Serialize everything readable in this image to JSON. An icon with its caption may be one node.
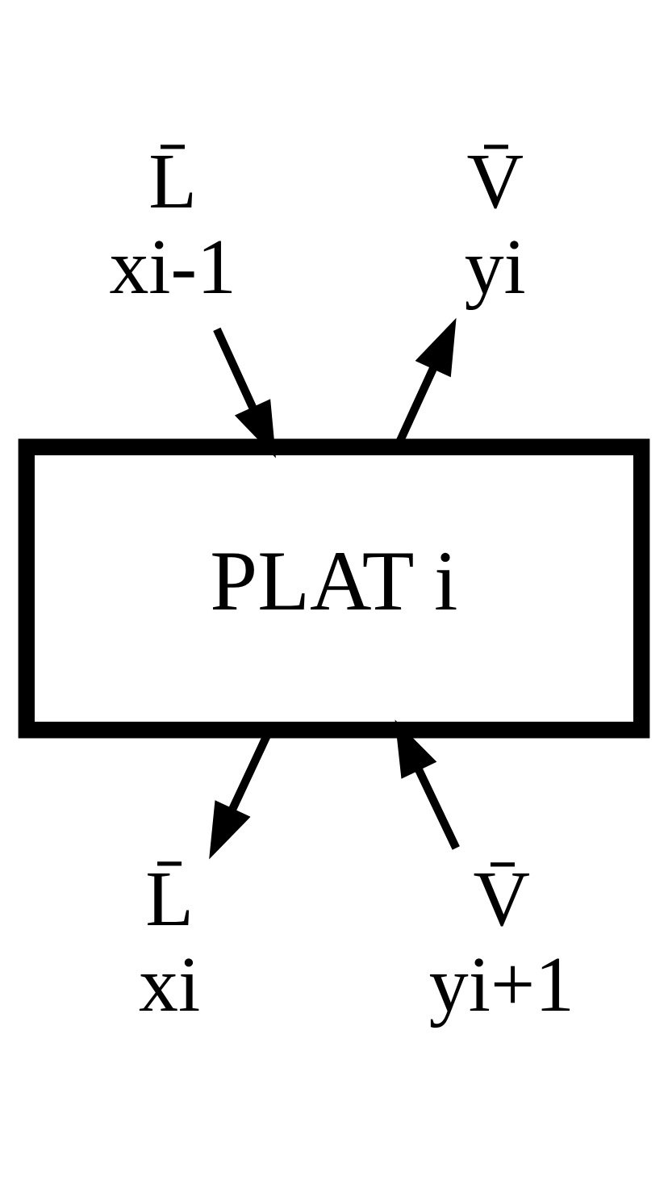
{
  "diagram": {
    "nodes": [
      {
        "text": [
          "PLAT i"
        ]
      },
      {
        "text": [
          "L̄",
          "xi-1"
        ]
      },
      {
        "text": [
          "V̄",
          "yi"
        ]
      },
      {
        "text": [
          "L̄",
          "xi"
        ]
      },
      {
        "text": [
          "V̄",
          "yi+1"
        ]
      }
    ],
    "edges": [
      {
        "from": 1,
        "to": 0,
        "arrow": "to"
      },
      {
        "from": 0,
        "to": 2,
        "arrow": "to"
      },
      {
        "from": 0,
        "to": 3,
        "arrow": "to"
      },
      {
        "from": 4,
        "to": 0,
        "arrow": "to"
      }
    ]
  }
}
